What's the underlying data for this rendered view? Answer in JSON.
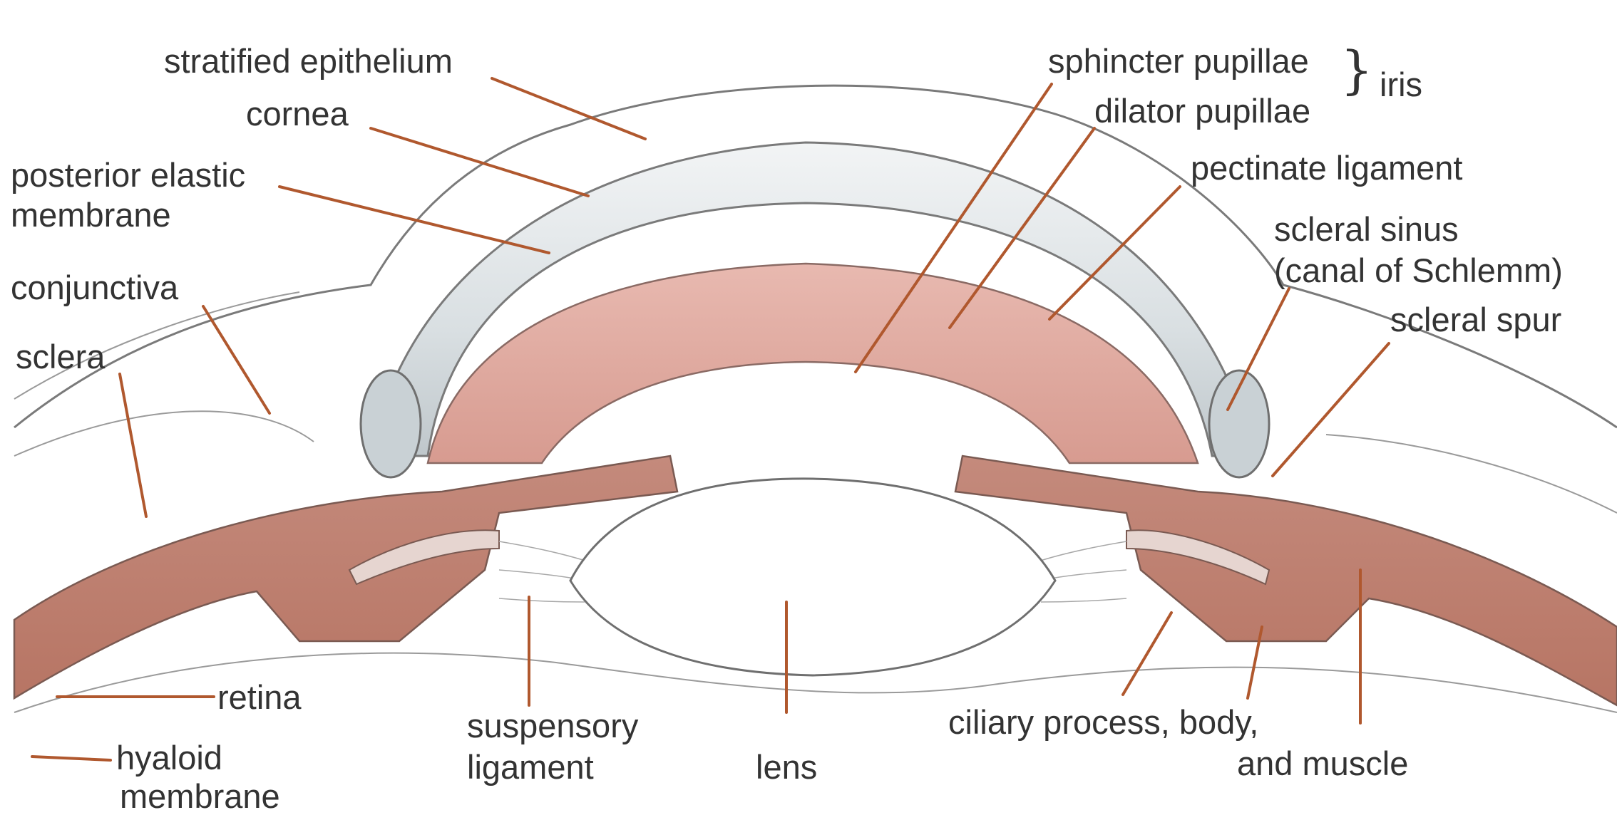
{
  "diagram": {
    "labels": {
      "stratified_epithelium": "stratified epithelium",
      "cornea": "cornea",
      "posterior_elastic_membrane_line1": "posterior elastic",
      "posterior_elastic_membrane_line2": "membrane",
      "conjunctiva": "conjunctiva",
      "sclera": "sclera",
      "retina": "retina",
      "hyaloid_membrane_line1": "hyaloid",
      "hyaloid_membrane_line2": "membrane",
      "suspensory_ligament_line1": "suspensory",
      "suspensory_ligament_line2": "ligament",
      "lens": "lens",
      "ciliary_line1": "ciliary process, body,",
      "ciliary_line2": "and muscle",
      "sphincter_pupillae": "sphincter pupillae",
      "dilator_pupillae": "dilator pupillae",
      "iris": "iris",
      "pectinate_ligament": "pectinate ligament",
      "scleral_sinus_line1": "scleral sinus",
      "scleral_sinus_line2": "(canal of Schlemm)",
      "scleral_spur": "scleral spur"
    },
    "colors": {
      "leader_line": "#b0582e",
      "muscle_tissue": "#c58a7c",
      "iris_tissue": "#e0aaa0",
      "cornea_fill": "#e4e8ea",
      "outline": "#7a7a7a",
      "text": "#333333"
    }
  }
}
